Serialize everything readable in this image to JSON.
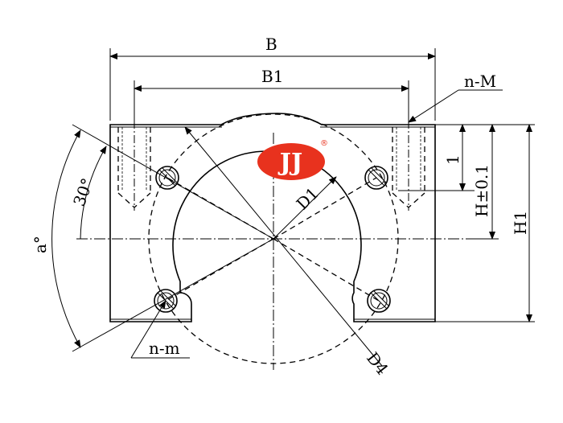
{
  "labels": {
    "B": "B",
    "B1": "B1",
    "nM": "n-M",
    "one": "1",
    "Htol": "H±0.1",
    "H1": "H1",
    "a": "a°",
    "angle30": "30°",
    "D1": "D1",
    "D4": "D4",
    "nm": "n-m"
  },
  "logo": {
    "text": "JJ",
    "registered": "®",
    "color": "#e8321e"
  }
}
